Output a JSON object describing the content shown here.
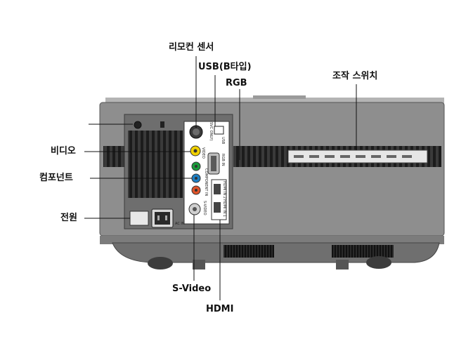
{
  "labels": {
    "remote_sensor": "리모컨 센서",
    "usb": "USB(B타입)",
    "rgb": "RGB",
    "control_switch": "조작 스위치",
    "video": "비디오",
    "component": "컴포넌트",
    "power": "전원",
    "svideo": "S-Video",
    "hdmi": "HDMI"
  },
  "panel_text": {
    "usb_only": "(SVC ONLY)",
    "usb": "USB",
    "video": "VIDEO",
    "rgb_in": "RGB IN",
    "component_in": "COMPONENT IN",
    "hdmi2": "HDMI IN 2",
    "hdmi1": "HDMI IN 1",
    "svideo": "S-VIDEO",
    "ac_in": "AC IN"
  },
  "colors": {
    "body": "#8e8e8e",
    "panel": "#6e6e6e",
    "video_jack": "#f0d000",
    "component_green": "#1a9a3a",
    "component_blue": "#1d7fc4",
    "component_red": "#e0542a"
  }
}
